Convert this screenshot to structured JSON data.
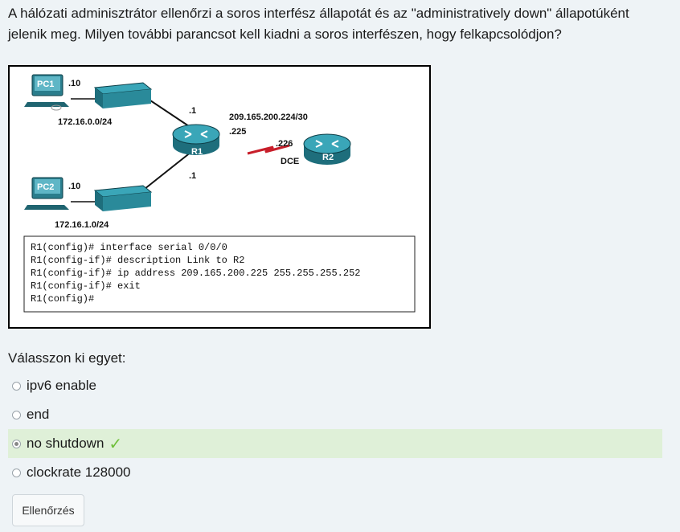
{
  "question": {
    "text": "A hálózati adminisztrátor ellenőrzi a soros interfész állapotát és az \"administratively down\" állapotúként jelenik meg. Milyen további parancsot kell kiadni a soros interfészen, hogy felkapcsolódjon?"
  },
  "figure": {
    "pc1_label": "PC1",
    "pc1_host": ".10",
    "pc2_label": "PC2",
    "pc2_host": ".10",
    "net1": "172.16.0.0/24",
    "net2": "172.16.1.0/24",
    "r1_top_if": ".1",
    "r1_bottom_if": ".1",
    "r1_label": "R1",
    "r2_label": "R2",
    "serial_net": "209.165.200.224/30",
    "r1_serial": ".225",
    "r2_serial": ".226",
    "dce": "DCE",
    "cli": [
      "R1(config)# interface serial 0/0/0",
      "R1(config-if)# description Link to R2",
      "R1(config-if)# ip address 209.165.200.225 255.255.255.252",
      "R1(config-if)# exit",
      "R1(config)#"
    ]
  },
  "prompt": "Válasszon ki egyet:",
  "answers": [
    {
      "label": "ipv6 enable",
      "selected": false,
      "correct": false
    },
    {
      "label": "end",
      "selected": false,
      "correct": false
    },
    {
      "label": "no shutdown",
      "selected": true,
      "correct": true
    },
    {
      "label": "clockrate 128000",
      "selected": false,
      "correct": false
    }
  ],
  "correct_icon": "check-icon",
  "check_button": "Ellenőrzés"
}
